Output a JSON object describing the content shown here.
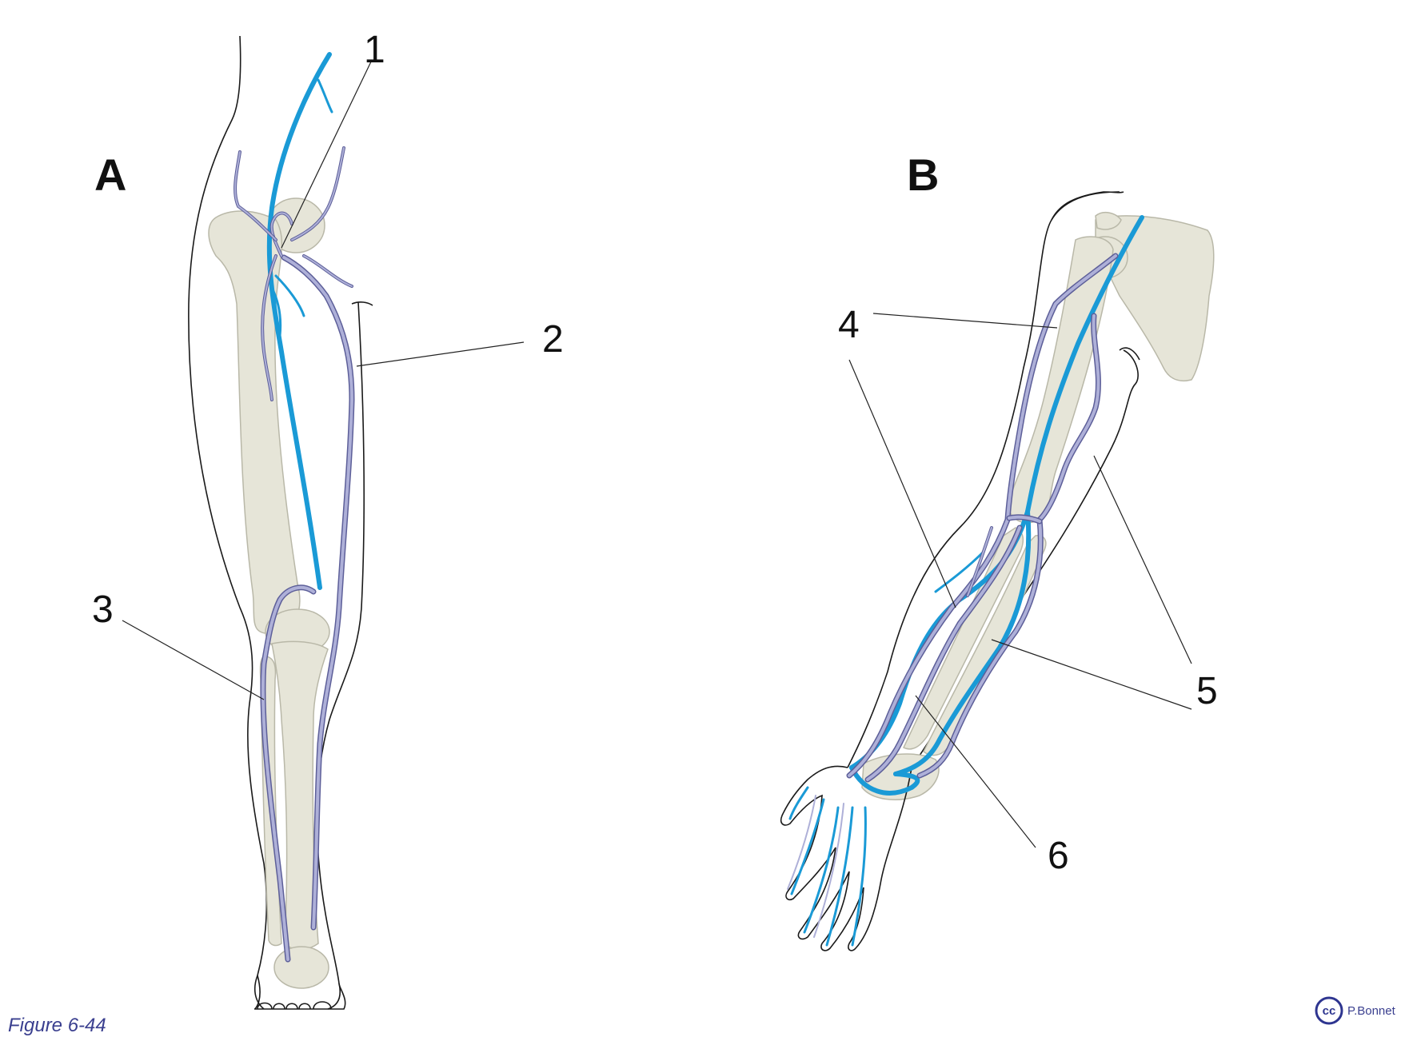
{
  "figure": {
    "panel_a_label": "A",
    "panel_b_label": "B",
    "caption": "Figure 6-44",
    "credit": "P.Bonnet",
    "license_mark": "cc"
  },
  "labels": [
    {
      "id": "1",
      "text": "1"
    },
    {
      "id": "2",
      "text": "2"
    },
    {
      "id": "3",
      "text": "3"
    },
    {
      "id": "4",
      "text": "4"
    },
    {
      "id": "5",
      "text": "5"
    },
    {
      "id": "6",
      "text": "6"
    }
  ],
  "colors": {
    "deep_vessel": "#1a9ad6",
    "superficial_vein": "#8d8fc4",
    "bone": "#e6e5d8",
    "outline": "#1a1a1a",
    "caption": "#3a3f8f"
  }
}
